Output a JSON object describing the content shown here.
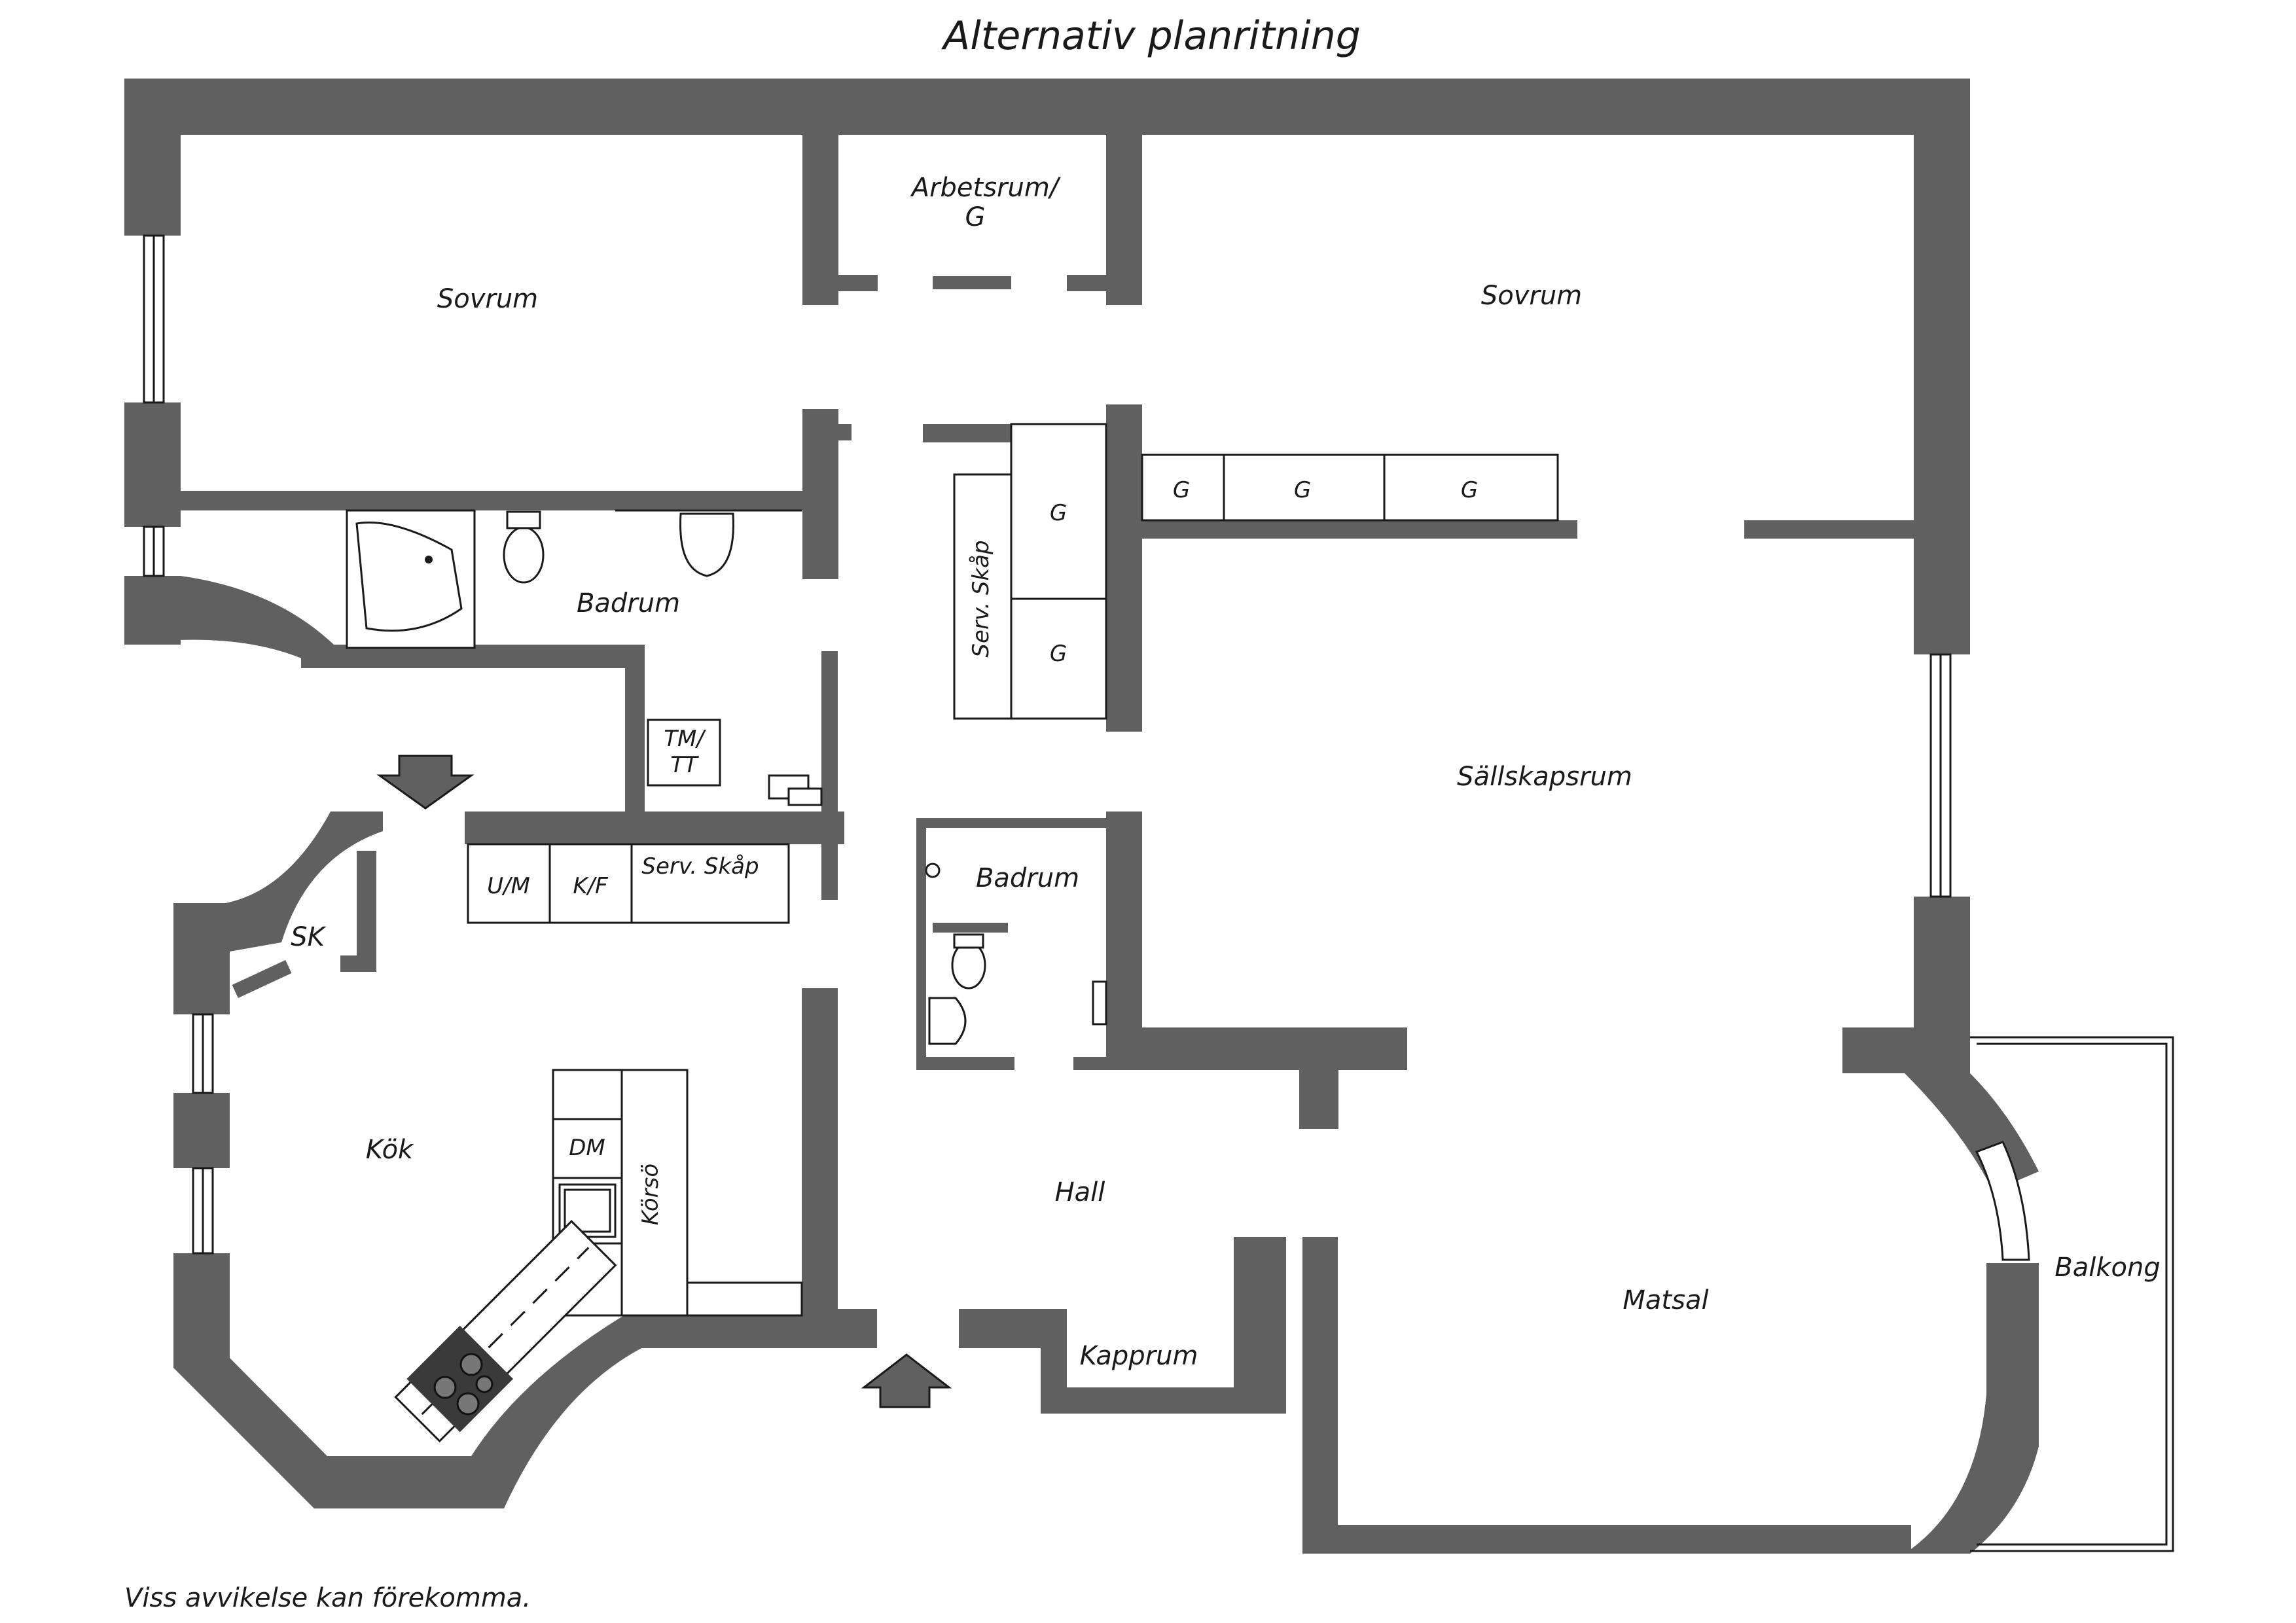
{
  "title": "Alternativ planritning",
  "note": "Viss avvikelse kan förekomma.",
  "rooms": {
    "sovrum_left": "Sovrum",
    "arbetsrum": "Arbetsrum/",
    "arbetsrum_g": "G",
    "sovrum_right": "Sovrum",
    "badrum_top": "Badrum",
    "sallskapsrum": "Sällskapsrum",
    "badrum_mid": "Badrum",
    "kok": "Kök",
    "hall": "Hall",
    "matsal": "Matsal",
    "kapprum": "Kapprum",
    "balkong": "Balkong"
  },
  "fixtures": {
    "g": "G",
    "serv_skap": "Serv. Skåp",
    "tm": "TM/",
    "tt": "TT",
    "um": "U/M",
    "kf": "K/F",
    "sk": "SK",
    "dm": "DM",
    "korso": "Körsö"
  },
  "colors": {
    "wall": "#606060",
    "line": "#1a1a1a",
    "background": "#ffffff"
  }
}
